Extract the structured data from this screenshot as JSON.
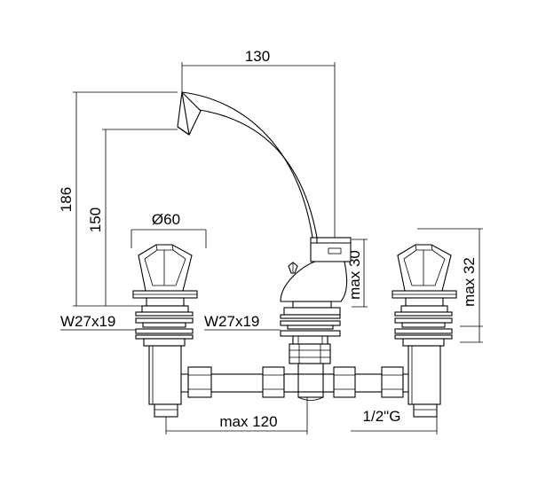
{
  "dimensions": {
    "spout_reach": "130",
    "total_height": "186",
    "spout_height": "150",
    "handle_diameter": "Ø60",
    "thread_left": "W27x19",
    "thread_center": "W27x19",
    "max_deck_center": "max 30",
    "max_deck_right": "max 32",
    "max_spacing": "max 120",
    "connection": "1/2\"G"
  }
}
